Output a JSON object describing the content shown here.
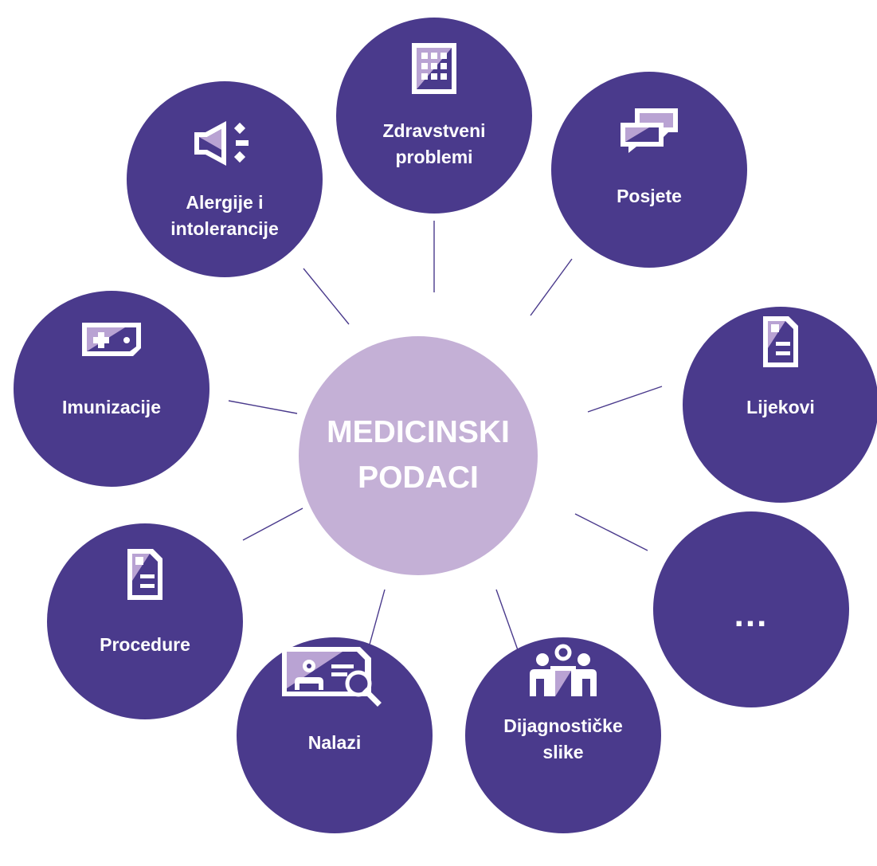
{
  "center": {
    "line1": "MEDICINSKI",
    "line2": "PODACI"
  },
  "nodes": [
    {
      "key": "problems",
      "line1": "Zdravstveni",
      "line2": "problemi",
      "icon": "grid-icon"
    },
    {
      "key": "visits",
      "line1": "Posjete",
      "line2": "",
      "icon": "chat-bubbles-icon"
    },
    {
      "key": "medications",
      "line1": "Lijekovi",
      "line2": "",
      "icon": "document-icon"
    },
    {
      "key": "more",
      "line1": "...",
      "line2": "",
      "icon": ""
    },
    {
      "key": "imaging",
      "line1": "Dijagnostičke",
      "line2": "slike",
      "icon": "people-icon"
    },
    {
      "key": "findings",
      "line1": "Nalazi",
      "line2": "",
      "icon": "report-search-icon"
    },
    {
      "key": "procedures",
      "line1": "Procedure",
      "line2": "",
      "icon": "document-icon"
    },
    {
      "key": "immunizations",
      "line1": "Imunizacije",
      "line2": "",
      "icon": "medical-card-icon"
    },
    {
      "key": "allergies",
      "line1": "Alergije i",
      "line2": "intolerancije",
      "icon": "megaphone-icon"
    }
  ],
  "colors": {
    "node": "#4a3a8c",
    "center": "#c4b0d6",
    "icon_accent": "#b9a3d3",
    "line": "#4a3a8c"
  }
}
